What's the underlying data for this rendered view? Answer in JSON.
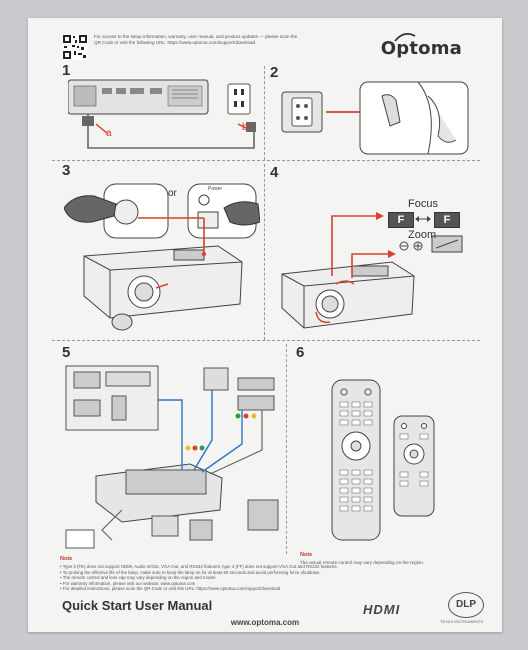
{
  "header": {
    "note": "For access to the setup information, warranty, user manual, and product updates — please scan the QR Code or visit the following URL: https://www.optoma.com/support/download",
    "brand": "Optoma"
  },
  "steps": {
    "s1": "1",
    "s2": "2",
    "s3": "3",
    "s4": "4",
    "s5": "5",
    "s6": "6"
  },
  "step1": {
    "label_a": "a",
    "label_b": "b*"
  },
  "step3": {
    "or": "or",
    "power": "Power"
  },
  "step4": {
    "focus": "Focus",
    "zoom": "Zoom",
    "f1": "F",
    "f2": "F"
  },
  "step6": {
    "note_title": "Note",
    "note": "The actual remote control may vary depending on the region."
  },
  "footer": {
    "note_title": "Note",
    "notes": [
      "Type 3 (FE) does not support HDMI, Audio In/Out, VGA Out, and RS232 features; type 4 (FF) does not support VGA Out and RS232 features.",
      "To prolong the effective life of the lamp, make sure to keep the lamp on for at least 60 seconds and avoid performing force shutdown.",
      "The remote control and lens cap may vary depending on the region and model.",
      "For warranty information, please visit our website: www.optoma.com",
      "For detailed instructions, please scan the QR Code or visit this URL: https://www.optoma.com/support/download"
    ],
    "manual_title": "Quick Start User Manual",
    "hdmi": "HDMI",
    "dlp": "DLP",
    "dlp_sub": "TEXAS INSTRUMENTS",
    "website": "www.optoma.com"
  },
  "colors": {
    "arrow": "#d9402b",
    "cable": "#2b73c9"
  }
}
